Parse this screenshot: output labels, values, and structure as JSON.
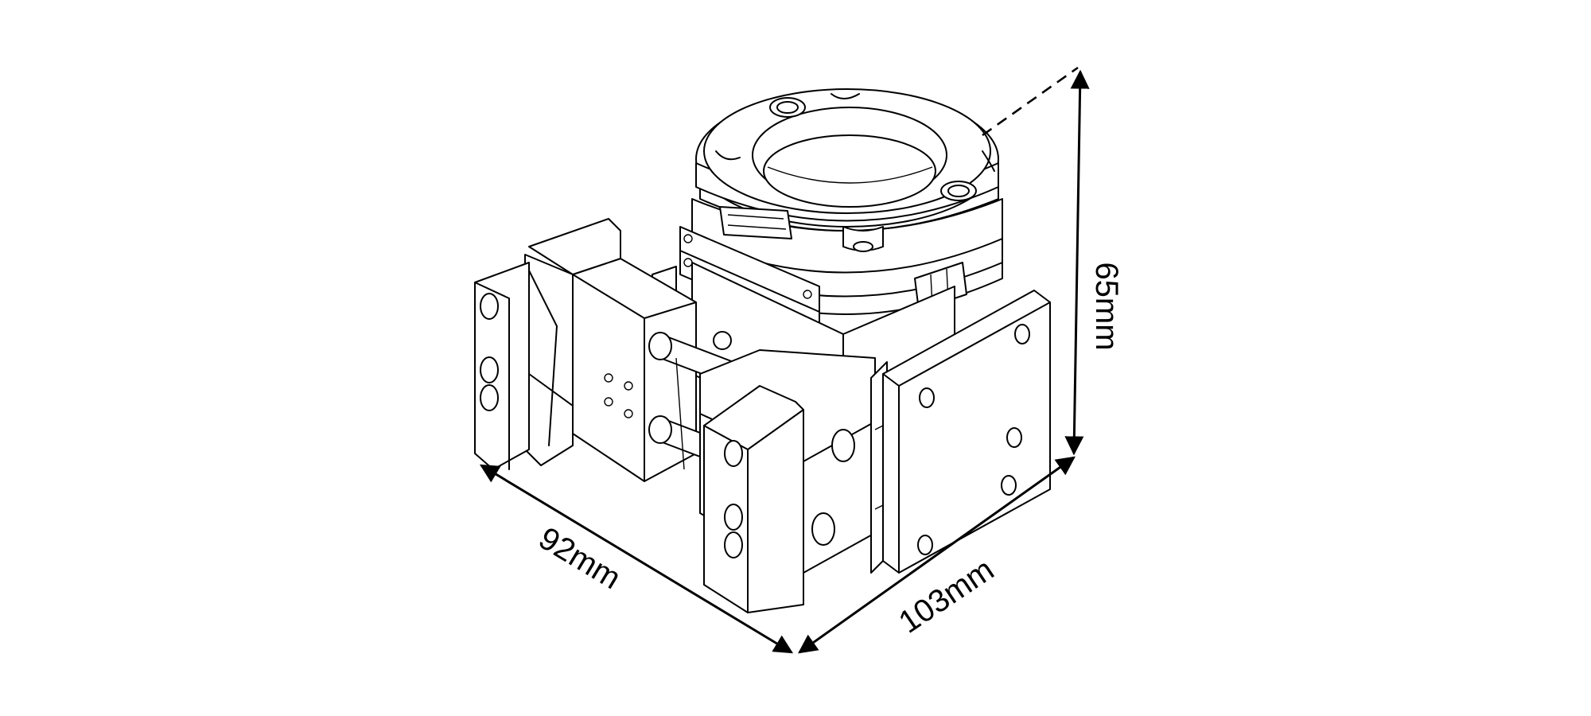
{
  "dimensions": {
    "width": "92mm",
    "depth": "103mm",
    "height": "65mm"
  },
  "colors": {
    "line": "#000000",
    "background": "#ffffff"
  }
}
